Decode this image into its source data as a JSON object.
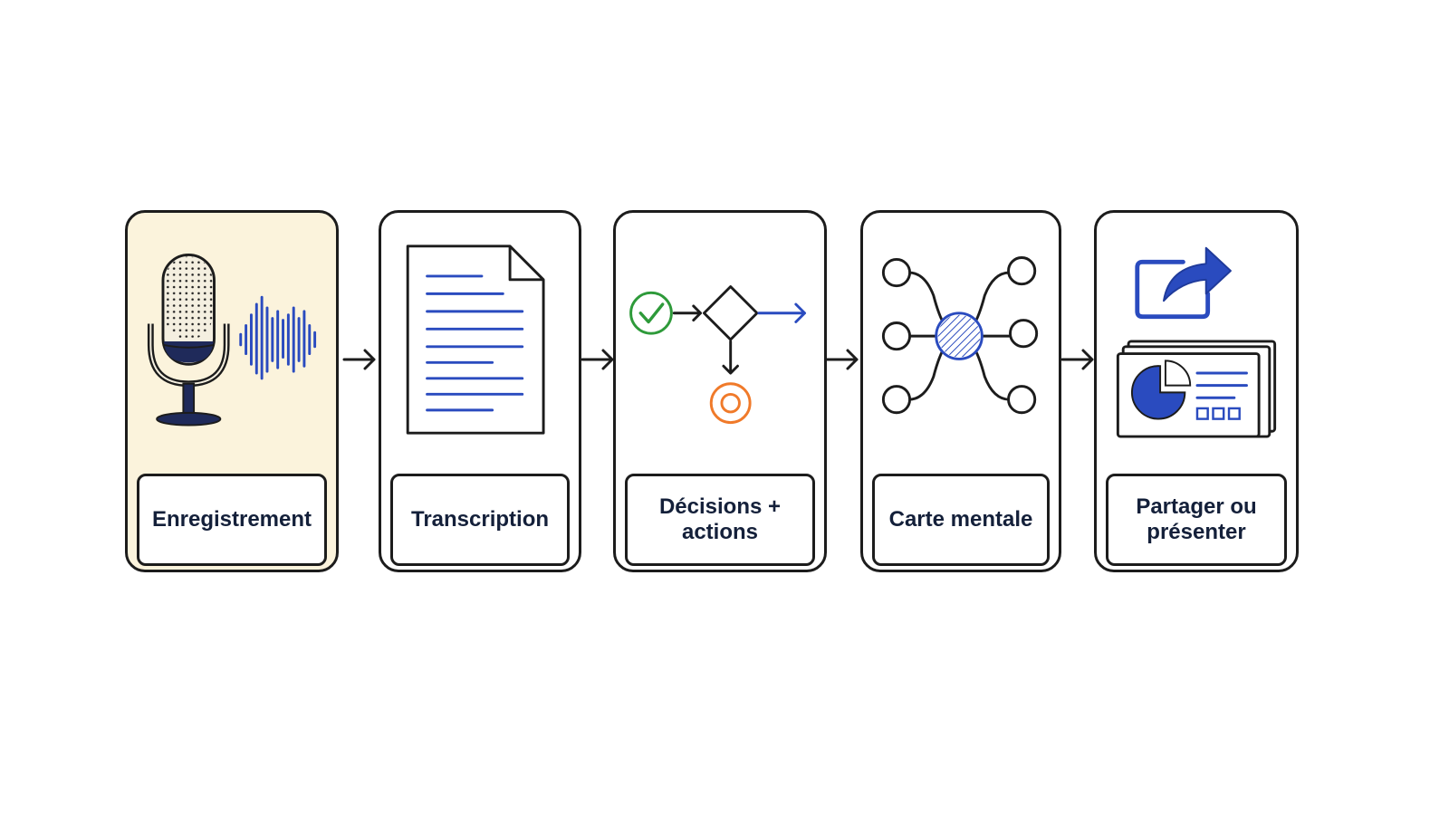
{
  "colors": {
    "ink": "#1c1c1c",
    "navy": "#14203a",
    "blue": "#2a4bbf",
    "green": "#2e9a3a",
    "orange": "#f07a2a",
    "highlight": "#fbf3dc"
  },
  "steps": [
    {
      "label": "Enregistrement",
      "icons": [
        "microphone-icon",
        "sound-wave-icon"
      ],
      "highlighted": true
    },
    {
      "label": "Transcription",
      "icons": [
        "document-icon"
      ],
      "highlighted": false
    },
    {
      "label": "Décisions + actions",
      "icons": [
        "check-circle-icon",
        "decision-diamond-icon",
        "arrow-right-icon",
        "target-icon"
      ],
      "highlighted": false
    },
    {
      "label": "Carte mentale",
      "icons": [
        "mind-map-icon"
      ],
      "highlighted": false
    },
    {
      "label": "Partager ou présenter",
      "icons": [
        "share-icon",
        "presentation-slides-icon"
      ],
      "highlighted": false
    }
  ],
  "connectors": [
    "arrow-right-icon",
    "arrow-right-icon",
    "arrow-right-icon",
    "arrow-right-icon"
  ]
}
